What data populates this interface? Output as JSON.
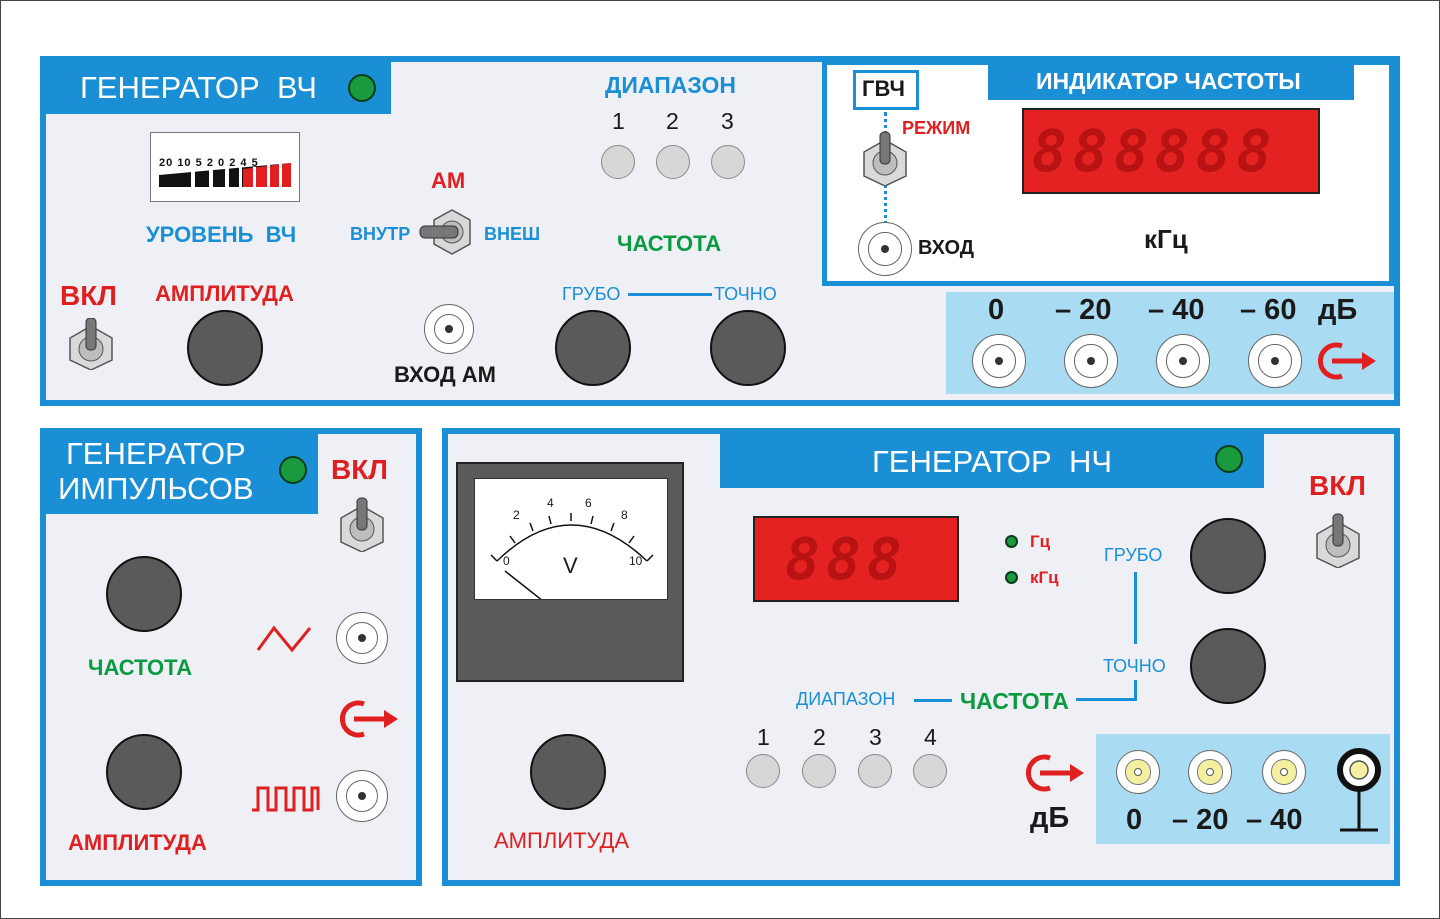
{
  "hf_generator": {
    "title": "ГЕНЕРАТОР  ВЧ",
    "level_label": "УРОВЕНЬ  ВЧ",
    "scale_labels": [
      "20",
      "10",
      "5",
      "2",
      "0",
      "2",
      "4",
      "5"
    ],
    "power_label": "ВКЛ",
    "amplitude_label": "АМПЛИТУДА",
    "am_label": "АМ",
    "am_internal": "ВНУТР",
    "am_external": "ВНЕШ",
    "am_input_label": "ВХОД АМ",
    "range_label": "ДИАПАЗОН",
    "range_numbers": [
      "1",
      "2",
      "3"
    ],
    "frequency_label": "ЧАСТОТА",
    "coarse_label": "ГРУБО",
    "fine_label": "ТОЧНО"
  },
  "freq_indicator": {
    "mode_box": "ГВЧ",
    "title": "ИНДИКАТОР ЧАСТОТЫ",
    "mode_label": "РЕЖИМ",
    "input_label": "ВХОД",
    "unit": "кГц",
    "display": "888888"
  },
  "hf_outputs": {
    "labels": [
      "0",
      "– 20",
      "– 40",
      "– 60"
    ],
    "unit": "дБ"
  },
  "pulse_generator": {
    "title_line1": "ГЕНЕРАТОР",
    "title_line2": "ИМПУЛЬСОВ",
    "power_label": "ВКЛ",
    "frequency_label": "ЧАСТОТА",
    "amplitude_label": "АМПЛИТУДА"
  },
  "lf_generator": {
    "title": "ГЕНЕРАТОР  НЧ",
    "power_label": "ВКЛ",
    "display": "888",
    "unit_hz": "Гц",
    "unit_khz": "кГц",
    "coarse_label": "ГРУБО",
    "fine_label": "ТОЧНО",
    "range_label": "ДИАПАЗОН",
    "frequency_label": "ЧАСТОТА",
    "range_numbers": [
      "1",
      "2",
      "3",
      "4"
    ],
    "amplitude_label": "АМПЛИТУДА",
    "out_unit": "дБ",
    "out_labels": [
      "0",
      "– 20",
      "– 40"
    ],
    "meter_unit": "V",
    "meter_ticks": [
      "0",
      "2",
      "4",
      "6",
      "8",
      "10"
    ]
  }
}
